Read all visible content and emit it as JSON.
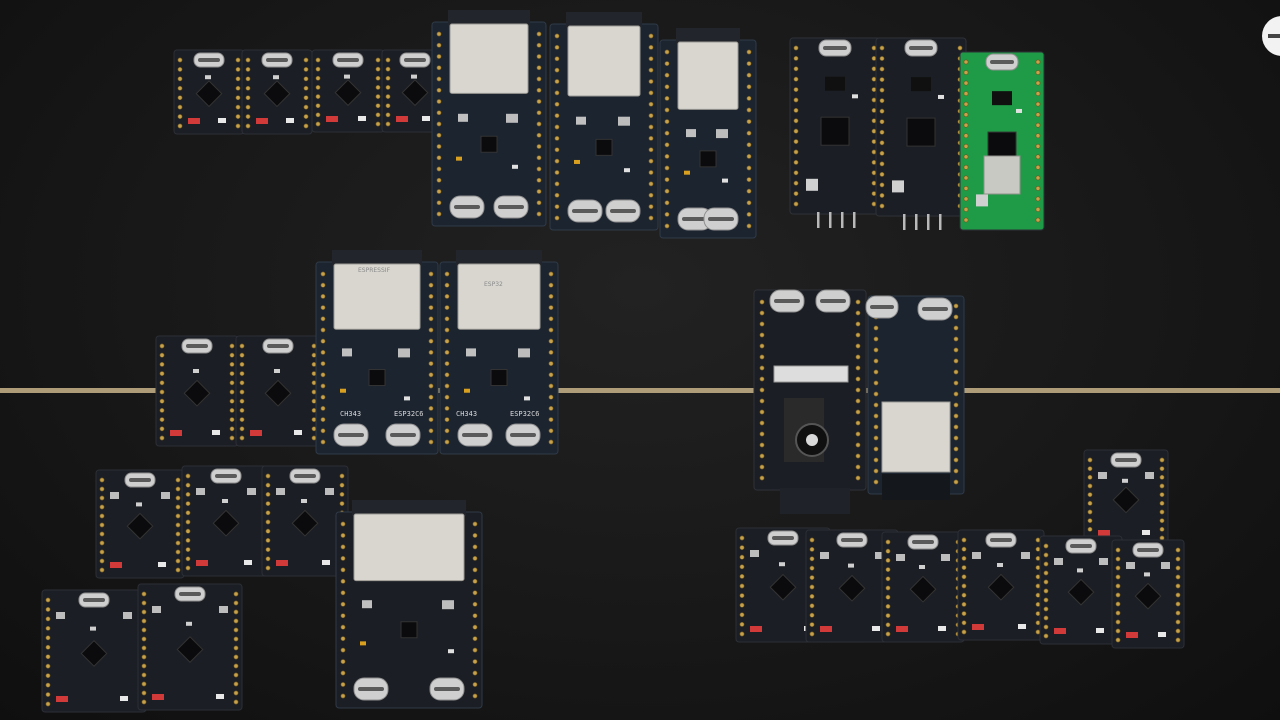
{
  "scene": {
    "description_free": true,
    "mat_stripe_color": "#c9b48a",
    "pcb_black": "#1b1e24",
    "pcb_navy": "#1c2430",
    "pcb_green": "#1f9a46",
    "shield_color": "#d8d6cf",
    "usb_color": "#cfcfcf",
    "pin_gold": "#c8a24a"
  },
  "labels": {
    "ch343_a": "CH343",
    "esp32c6_a": "ESP32C6",
    "ch343_b": "CH343",
    "esp32c6_b": "ESP32C6",
    "espressif": "ESPRESSIF",
    "esp32": "ESP32"
  },
  "icons": {
    "edge_icon": "cropped-round-icon"
  }
}
